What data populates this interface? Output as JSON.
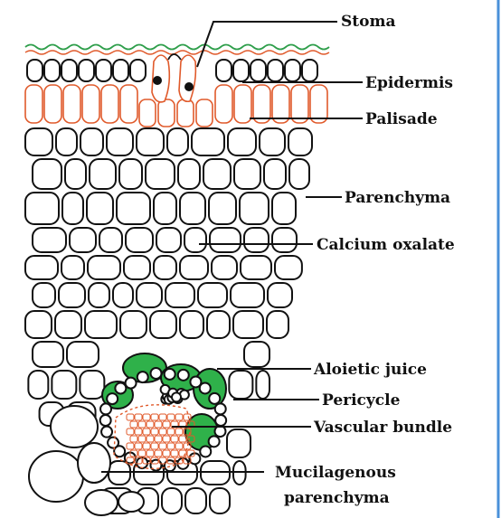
{
  "labels": {
    "stoma": "Stoma",
    "epidermis": "Epidermis",
    "palisade": "Palisade",
    "parenchyma": "Parenchyma",
    "calcium_oxalate": "Calcium oxalate",
    "aloietic_juice": "Aloietic juice",
    "pericycle": "Pericycle",
    "vascular_bundle": "Vascular bundle",
    "mucilagenous_line1": "Mucilagenous",
    "mucilagenous_line2": "parenchyma"
  },
  "colors": {
    "outline": "#111111",
    "cuticle_green": "#2e9e4a",
    "cuticle_red": "#e05a2b",
    "palisade_red": "#e05a2b",
    "aloietic_green": "#2fb14a",
    "vascular_red": "#e05a2b",
    "frame_blue": "#4a90d9"
  }
}
